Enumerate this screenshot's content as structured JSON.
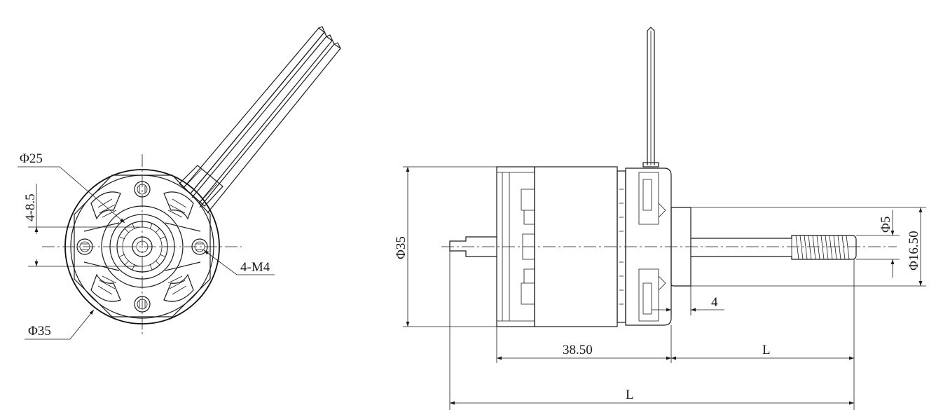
{
  "front_view": {
    "dia_25": "Φ25",
    "holes_spacing": "4-8.5",
    "thread": "4-M4",
    "dia_35": "Φ35"
  },
  "side_view": {
    "dia_35": "Φ35",
    "dia_5": "Φ5",
    "dia_16_50": "Φ16.50",
    "dim_4": "4",
    "dim_38_50": "38.50",
    "dim_L_shaft": "L",
    "dim_L_total": "L"
  },
  "colors": {
    "line": "#1a1a1a",
    "background": "#ffffff"
  }
}
